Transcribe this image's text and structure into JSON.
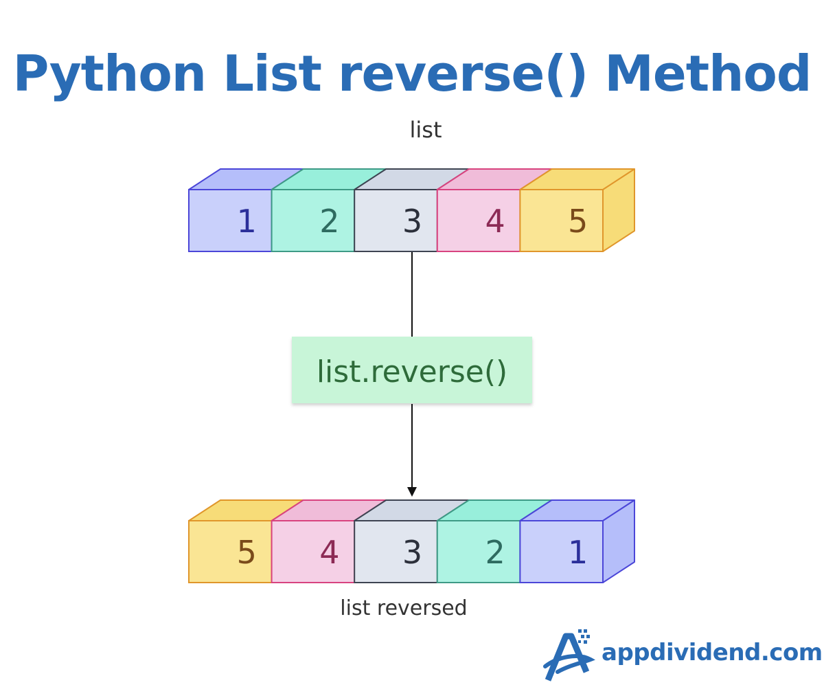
{
  "title": "Python List reverse() Method",
  "top_label": "list",
  "bottom_label": "list reversed",
  "method_label": "list.reverse()",
  "brand": "appdividend.com",
  "colors": {
    "title": "#2a6cb5",
    "method_box": "#c8f5d8",
    "method_text": "#2e6b3a"
  },
  "original_list": [
    {
      "value": "1",
      "face": "#c9d0fb",
      "top": "#b5befa",
      "stroke": "#4b46d8",
      "text": "#2b2f9a"
    },
    {
      "value": "2",
      "face": "#aef3e3",
      "top": "#98efdb",
      "stroke": "#3e9a86",
      "text": "#2e6b60"
    },
    {
      "value": "3",
      "face": "#e1e6ef",
      "top": "#d2d9e6",
      "stroke": "#3e4452",
      "text": "#2c303b"
    },
    {
      "value": "4",
      "face": "#f5d0e6",
      "top": "#f0bcd9",
      "stroke": "#d8437f",
      "text": "#8c2a55"
    },
    {
      "value": "5",
      "face": "#fae594",
      "top": "#f7dc78",
      "stroke": "#e0962b",
      "text": "#7a4a1a"
    }
  ],
  "reversed_list": [
    {
      "value": "5",
      "face": "#fae594",
      "top": "#f7dc78",
      "stroke": "#e0962b",
      "text": "#7a4a1a"
    },
    {
      "value": "4",
      "face": "#f5d0e6",
      "top": "#f0bcd9",
      "stroke": "#d8437f",
      "text": "#8c2a55"
    },
    {
      "value": "3",
      "face": "#e1e6ef",
      "top": "#d2d9e6",
      "stroke": "#3e4452",
      "text": "#2c303b"
    },
    {
      "value": "2",
      "face": "#aef3e3",
      "top": "#98efdb",
      "stroke": "#3e9a86",
      "text": "#2e6b60"
    },
    {
      "value": "1",
      "face": "#c9d0fb",
      "top": "#b5befa",
      "stroke": "#4b46d8",
      "text": "#2b2f9a"
    }
  ]
}
